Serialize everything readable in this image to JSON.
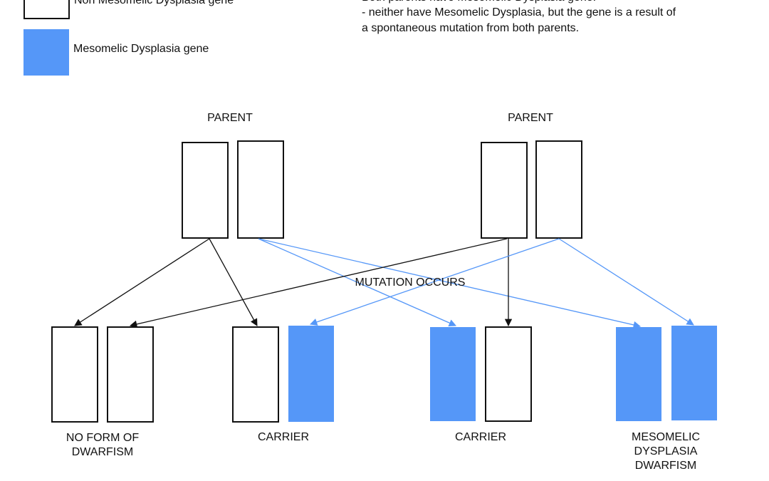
{
  "colors": {
    "gene_blue": "#5597f8",
    "outline": "#111111",
    "arrow_black": "#111111",
    "arrow_blue": "#5597f8"
  },
  "legend": {
    "items": [
      {
        "label": "Non Mesomelic Dysplasia gene",
        "fill": "white"
      },
      {
        "label": "Mesomelic Dysplasia gene",
        "fill": "blue"
      }
    ]
  },
  "notes": [
    "Both parents have Mesomelic Dysplasia gene.",
    "- neither have Mesomelic Dysplasia, but the gene is a result of",
    "a spontaneous mutation from both parents."
  ],
  "parents": [
    {
      "label": "PARENT",
      "genes": [
        "white",
        "white"
      ]
    },
    {
      "label": "PARENT",
      "genes": [
        "white",
        "white"
      ]
    }
  ],
  "mutation_label": "MUTATION OCCURS",
  "offspring": [
    {
      "lines": [
        "NO FORM OF",
        "DWARFISM"
      ],
      "genes": [
        "white",
        "white"
      ]
    },
    {
      "lines": [
        "CARRIER"
      ],
      "genes": [
        "white",
        "blue"
      ]
    },
    {
      "lines": [
        "CARRIER"
      ],
      "genes": [
        "blue",
        "white"
      ]
    },
    {
      "lines": [
        "MESOMELIC",
        "DYSPLASIA",
        "DWARFISM"
      ],
      "genes": [
        "blue",
        "blue"
      ]
    }
  ],
  "connections": [
    {
      "from": "parent-1-gene-1",
      "to": "offspring-1-gene-1",
      "color": "black"
    },
    {
      "from": "parent-1-gene-1",
      "to": "offspring-2-gene-1",
      "color": "black"
    },
    {
      "from": "parent-1-gene-2",
      "to": "offspring-3-gene-1",
      "color": "blue"
    },
    {
      "from": "parent-1-gene-2",
      "to": "offspring-4-gene-1",
      "color": "blue"
    },
    {
      "from": "parent-2-gene-1",
      "to": "offspring-1-gene-2",
      "color": "black"
    },
    {
      "from": "parent-2-gene-1",
      "to": "offspring-3-gene-2",
      "color": "black"
    },
    {
      "from": "parent-2-gene-2",
      "to": "offspring-2-gene-2",
      "color": "blue"
    },
    {
      "from": "parent-2-gene-2",
      "to": "offspring-4-gene-2",
      "color": "blue"
    }
  ]
}
